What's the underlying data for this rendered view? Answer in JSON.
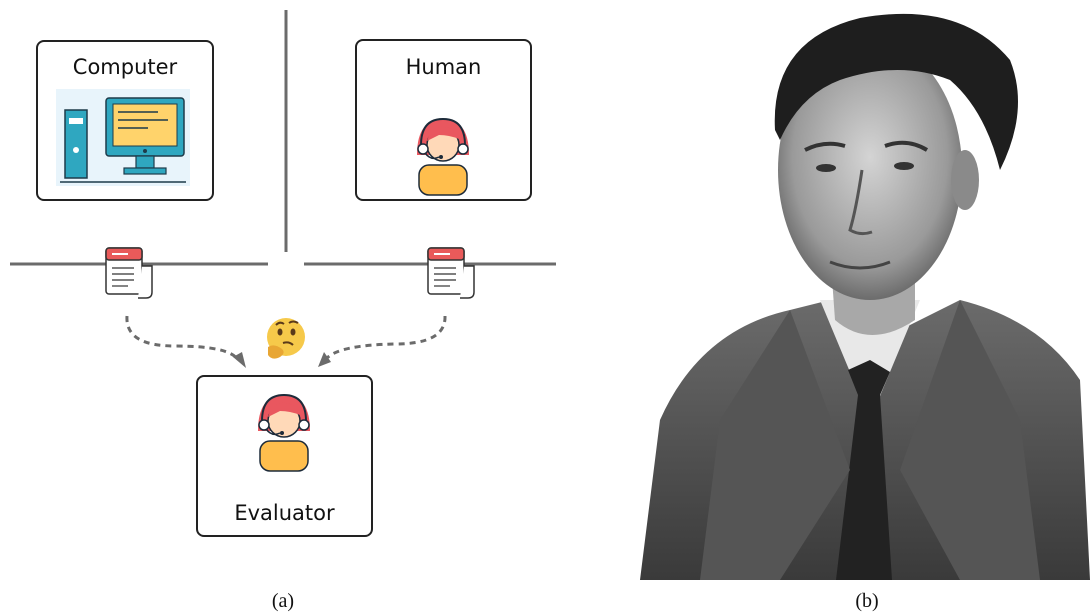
{
  "panel_a": {
    "computer_label": "Computer",
    "human_label": "Human",
    "evaluator_label": "Evaluator",
    "caption": "(a)"
  },
  "panel_b": {
    "caption": "(b)"
  },
  "colors": {
    "line": "#6b6b6b",
    "box_border": "#222222",
    "monitor": "#2fa7c0",
    "screen": "#ffd36b",
    "person_hair": "#e9575f",
    "person_body": "#ffbe4d",
    "note_header": "#e95a5a"
  }
}
